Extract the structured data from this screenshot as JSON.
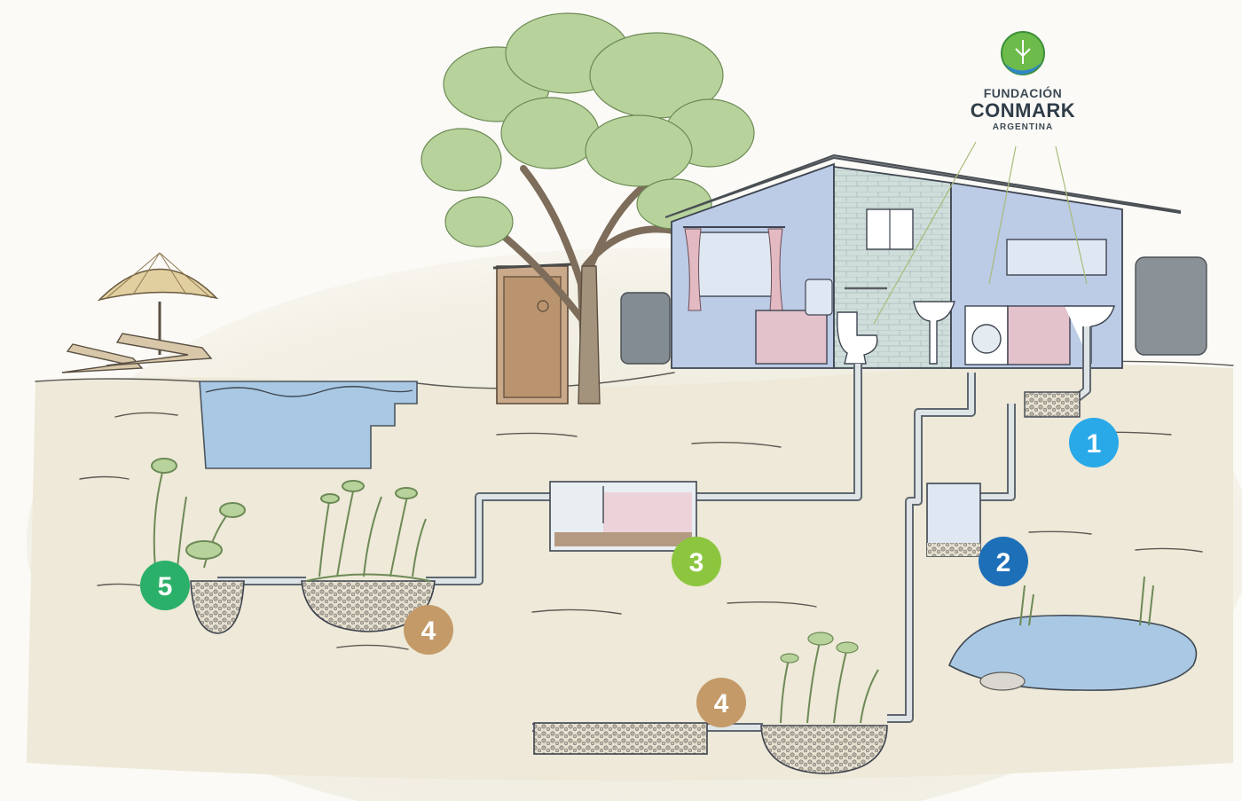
{
  "logo": {
    "line1": "FUNDACIÓN",
    "line2": "CONMARK",
    "line3": "ARGENTINA"
  },
  "badges": [
    {
      "id": "b1",
      "label": "1",
      "color": "#29a9e8"
    },
    {
      "id": "b2",
      "label": "2",
      "color": "#1d6fb8"
    },
    {
      "id": "b3",
      "label": "3",
      "color": "#8cc63f"
    },
    {
      "id": "b4a",
      "label": "4",
      "color": "#c49a68"
    },
    {
      "id": "b4b",
      "label": "4",
      "color": "#c49a68"
    },
    {
      "id": "b5",
      "label": "5",
      "color": "#2bb069"
    }
  ],
  "palette": {
    "ground": "#ece7d4",
    "water": "#a9c8e3",
    "pipe": "#dfe4e6",
    "wall_blue": "#bccbe6",
    "tree_green": "#b8d49c",
    "trunk": "#8a7a66",
    "roof": "#8a8f96"
  }
}
